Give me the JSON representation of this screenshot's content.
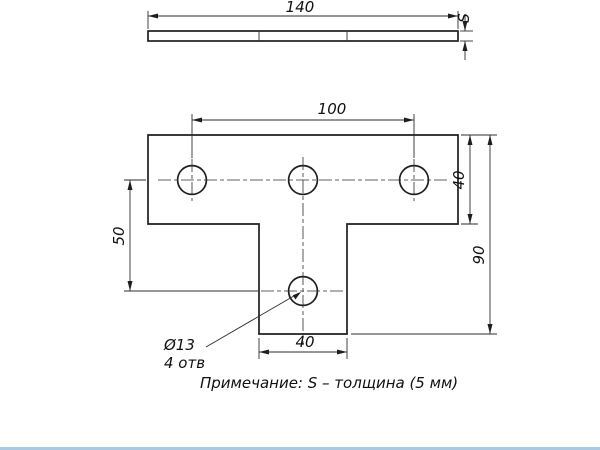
{
  "drawing": {
    "top_view": {
      "width_dim": "140",
      "thickness_dim": "S"
    },
    "front_view": {
      "hole_spacing_dim": "100",
      "flange_height_dim": "40",
      "total_height_dim": "90",
      "hole_offset_dim": "50",
      "stem_width_dim": "40"
    },
    "hole_callout": {
      "diameter": "Ø13",
      "count": "4 отв"
    },
    "note": "Примечание: S – толщина (5 мм)"
  }
}
